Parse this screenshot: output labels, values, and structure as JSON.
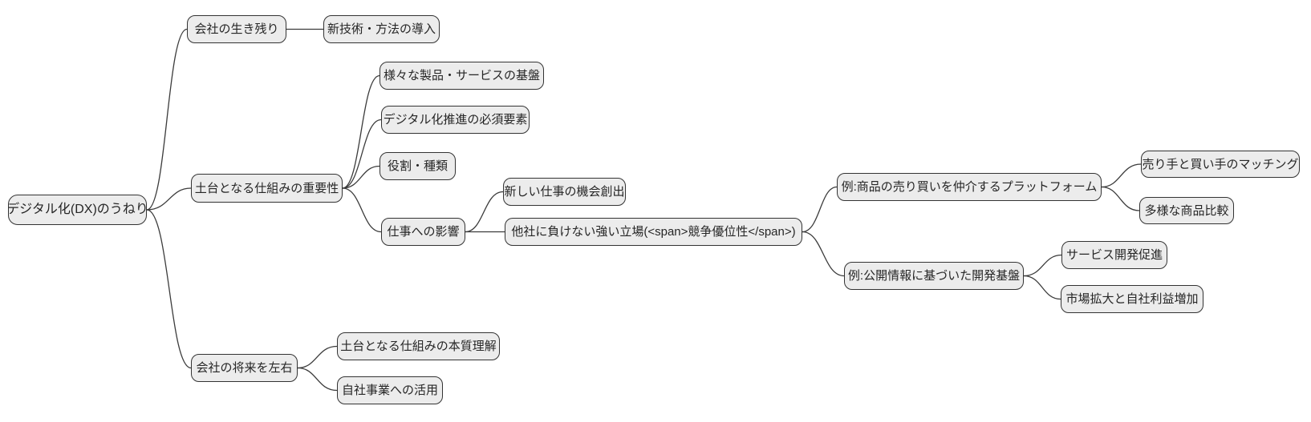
{
  "diagram": {
    "type": "mindmap",
    "background": "#ffffff"
  },
  "colors": {
    "node_fill": "#ececec",
    "node_border": "#333333",
    "edge": "#3b3b3b",
    "text": "#262626"
  },
  "nodes": [
    {
      "id": "root",
      "label": "デジタル化(DX)のうねり"
    },
    {
      "id": "survival",
      "label": "会社の生き残り"
    },
    {
      "id": "new-tech",
      "label": "新技術・方法の導入"
    },
    {
      "id": "foundation",
      "label": "土台となる仕組みの重要性"
    },
    {
      "id": "products",
      "label": "様々な製品・サービスの基盤"
    },
    {
      "id": "essential",
      "label": "デジタル化推進の必須要素"
    },
    {
      "id": "roles",
      "label": "役割・種類"
    },
    {
      "id": "work-impact",
      "label": "仕事への影響"
    },
    {
      "id": "new-jobs",
      "label": "新しい仕事の機会創出"
    },
    {
      "id": "advantage",
      "label": "他社に負けない強い立場(<span>競争優位性</span>)"
    },
    {
      "id": "platform",
      "label": "例:商品の売り買いを仲介するプラットフォーム"
    },
    {
      "id": "matching",
      "label": "売り手と買い手のマッチング"
    },
    {
      "id": "compare",
      "label": "多様な商品比較"
    },
    {
      "id": "open-info",
      "label": "例:公開情報に基づいた開発基盤"
    },
    {
      "id": "service-dev",
      "label": "サービス開発促進"
    },
    {
      "id": "market",
      "label": "市場拡大と自社利益増加"
    },
    {
      "id": "future",
      "label": "会社の将来を左右"
    },
    {
      "id": "understand",
      "label": "土台となる仕組みの本質理解"
    },
    {
      "id": "utilize",
      "label": "自社事業への活用"
    }
  ],
  "hierarchy": {
    "label": "デジタル化(DX)のうねり",
    "children": [
      {
        "label": "会社の生き残り",
        "children": [
          {
            "label": "新技術・方法の導入"
          }
        ]
      },
      {
        "label": "土台となる仕組みの重要性",
        "children": [
          {
            "label": "様々な製品・サービスの基盤"
          },
          {
            "label": "デジタル化推進の必須要素"
          },
          {
            "label": "役割・種類"
          },
          {
            "label": "仕事への影響",
            "children": [
              {
                "label": "新しい仕事の機会創出"
              },
              {
                "label": "他社に負けない強い立場(<span>競争優位性</span>)",
                "children": [
                  {
                    "label": "例:商品の売り買いを仲介するプラットフォーム",
                    "children": [
                      {
                        "label": "売り手と買い手のマッチング"
                      },
                      {
                        "label": "多様な商品比較"
                      }
                    ]
                  },
                  {
                    "label": "例:公開情報に基づいた開発基盤",
                    "children": [
                      {
                        "label": "サービス開発促進"
                      },
                      {
                        "label": "市場拡大と自社利益増加"
                      }
                    ]
                  }
                ]
              }
            ]
          }
        ]
      },
      {
        "label": "会社の将来を左右",
        "children": [
          {
            "label": "土台となる仕組みの本質理解"
          },
          {
            "label": "自社事業への活用"
          }
        ]
      }
    ]
  },
  "edges": [
    {
      "from": "root",
      "to": "survival"
    },
    {
      "from": "root",
      "to": "foundation"
    },
    {
      "from": "root",
      "to": "future"
    },
    {
      "from": "survival",
      "to": "new-tech"
    },
    {
      "from": "foundation",
      "to": "products"
    },
    {
      "from": "foundation",
      "to": "essential"
    },
    {
      "from": "foundation",
      "to": "roles"
    },
    {
      "from": "foundation",
      "to": "work-impact"
    },
    {
      "from": "work-impact",
      "to": "new-jobs"
    },
    {
      "from": "work-impact",
      "to": "advantage"
    },
    {
      "from": "advantage",
      "to": "platform"
    },
    {
      "from": "advantage",
      "to": "open-info"
    },
    {
      "from": "platform",
      "to": "matching"
    },
    {
      "from": "platform",
      "to": "compare"
    },
    {
      "from": "open-info",
      "to": "service-dev"
    },
    {
      "from": "open-info",
      "to": "market"
    },
    {
      "from": "future",
      "to": "understand"
    },
    {
      "from": "future",
      "to": "utilize"
    }
  ]
}
